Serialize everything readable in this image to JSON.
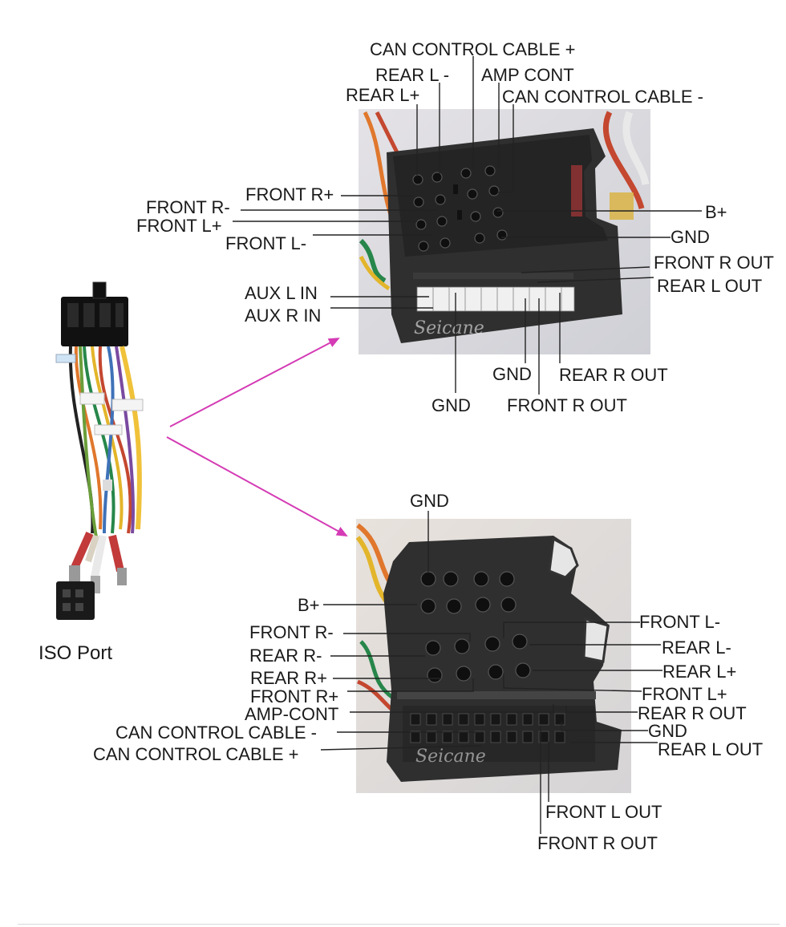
{
  "iso_port_label": "ISO Port",
  "watermark": "Seicane",
  "connector_top": {
    "labels": {
      "can_plus": "CAN CONTROL CABLE +",
      "rear_l_minus": "REAR L -",
      "amp_cont": "AMP CONT",
      "rear_l_plus": "REAR L+",
      "can_minus": "CAN CONTROL CABLE -",
      "front_r_plus": "FRONT R+",
      "front_r_minus": "FRONT R-",
      "front_l_plus": "FRONT L+",
      "front_l_minus": "FRONT L-",
      "b_plus": "B+",
      "gnd_right": "GND",
      "front_r_out_right": "FRONT R OUT",
      "rear_l_out": "REAR L OUT",
      "aux_l_in": "AUX L IN",
      "aux_r_in": "AUX R IN",
      "gnd_bottom_a": "GND",
      "rear_r_out": "REAR R OUT",
      "gnd_bottom_b": "GND",
      "front_r_out_bottom": "FRONT R OUT"
    }
  },
  "connector_bottom": {
    "labels": {
      "gnd_top": "GND",
      "b_plus": "B+",
      "front_r_minus": "FRONT R-",
      "rear_r_minus": "REAR R-",
      "rear_r_plus": "REAR R+",
      "front_r_plus": "FRONT R+",
      "amp_cont": "AMP-CONT",
      "can_minus": "CAN CONTROL CABLE -",
      "can_plus": "CAN CONTROL CABLE +",
      "front_l_minus": "FRONT L-",
      "rear_l_minus": "REAR L-",
      "rear_l_plus": "REAR L+",
      "front_l_plus": "FRONT L+",
      "rear_r_out": "REAR R OUT",
      "gnd_right": "GND",
      "rear_l_out": "REAR L OUT",
      "front_l_out": "FRONT L OUT",
      "front_r_out": "FRONT R OUT"
    }
  },
  "colors": {
    "arrow": "#d43bb5",
    "connector_body": "#2f2f2f",
    "label_text": "#1a1a1a"
  }
}
